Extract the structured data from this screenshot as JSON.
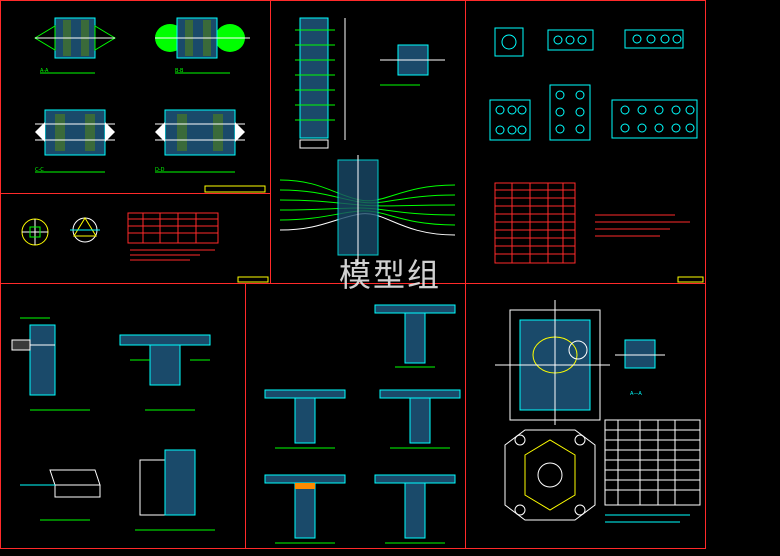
{
  "sheet": {
    "title": "CAD drawing sheet – prestressed anchorage details",
    "watermark": "模型组"
  },
  "section_labels": {
    "a_top": "A-A",
    "b_top": "B-B",
    "c_top": "C-C",
    "d_top": "D-D",
    "ab_top": "A-A",
    "section_aa_right": "A—A"
  },
  "colors": {
    "background": "#000000",
    "frame": "#ff2020",
    "cyan": "#00ffff",
    "green": "#00ff00",
    "yellow": "#ffff00",
    "white": "#ffffff",
    "magenta": "#ff00ff"
  }
}
